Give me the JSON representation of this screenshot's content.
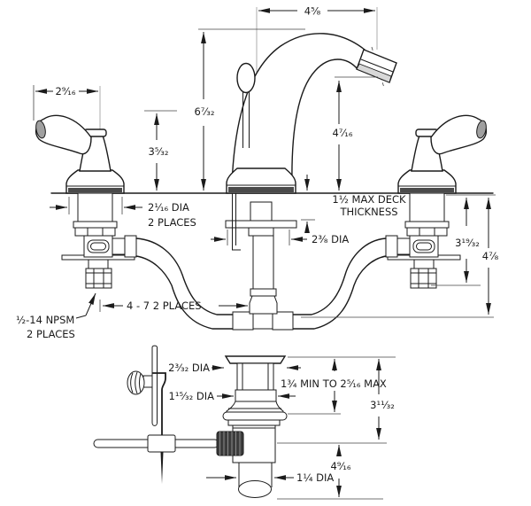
{
  "diagram": {
    "type": "technical-dimension-drawing",
    "subject": "Two-handle widespread lavatory faucet with pop-up drain assembly",
    "background_color": "#ffffff",
    "line_color": "#1b1b1b",
    "dimensions": {
      "spout_spread": "4⁵⁄₈",
      "spout_height": "6⁷⁄₃₂",
      "handle_reach": "2⁹⁄₁₆",
      "handle_height": "3⁵⁄₃₂",
      "outlet_height": "4⁷⁄₁₆",
      "deck_max_line1": "1½ MAX DECK",
      "deck_max_line2": "THICKNESS",
      "shank_hole_dia_line1": "2¹⁄₁₆ DIA",
      "shank_hole_dia_line2": "2 PLACES",
      "spout_base_dia": "2³⁄₈ DIA",
      "shank_length": "3¹⁹⁄₃₂",
      "below_deck_depth": "4⁷⁄₈",
      "hose_length": "4 - 7  2 PLACES",
      "supply_thread_line1": "½-14 NPSM",
      "supply_thread_line2": "2 PLACES",
      "drain_flange_dia": "2³⁄₃₂ DIA",
      "drain_deck_range": "1¾ MIN TO 2⁵⁄₁₆ MAX",
      "drain_thread_dia": "1¹⁵⁄₃₂ DIA",
      "drain_body_length": "3¹¹⁄₃₂",
      "tailpiece_length": "4⁹⁄₁₆",
      "tailpiece_dia": "1¼ DIA"
    }
  }
}
